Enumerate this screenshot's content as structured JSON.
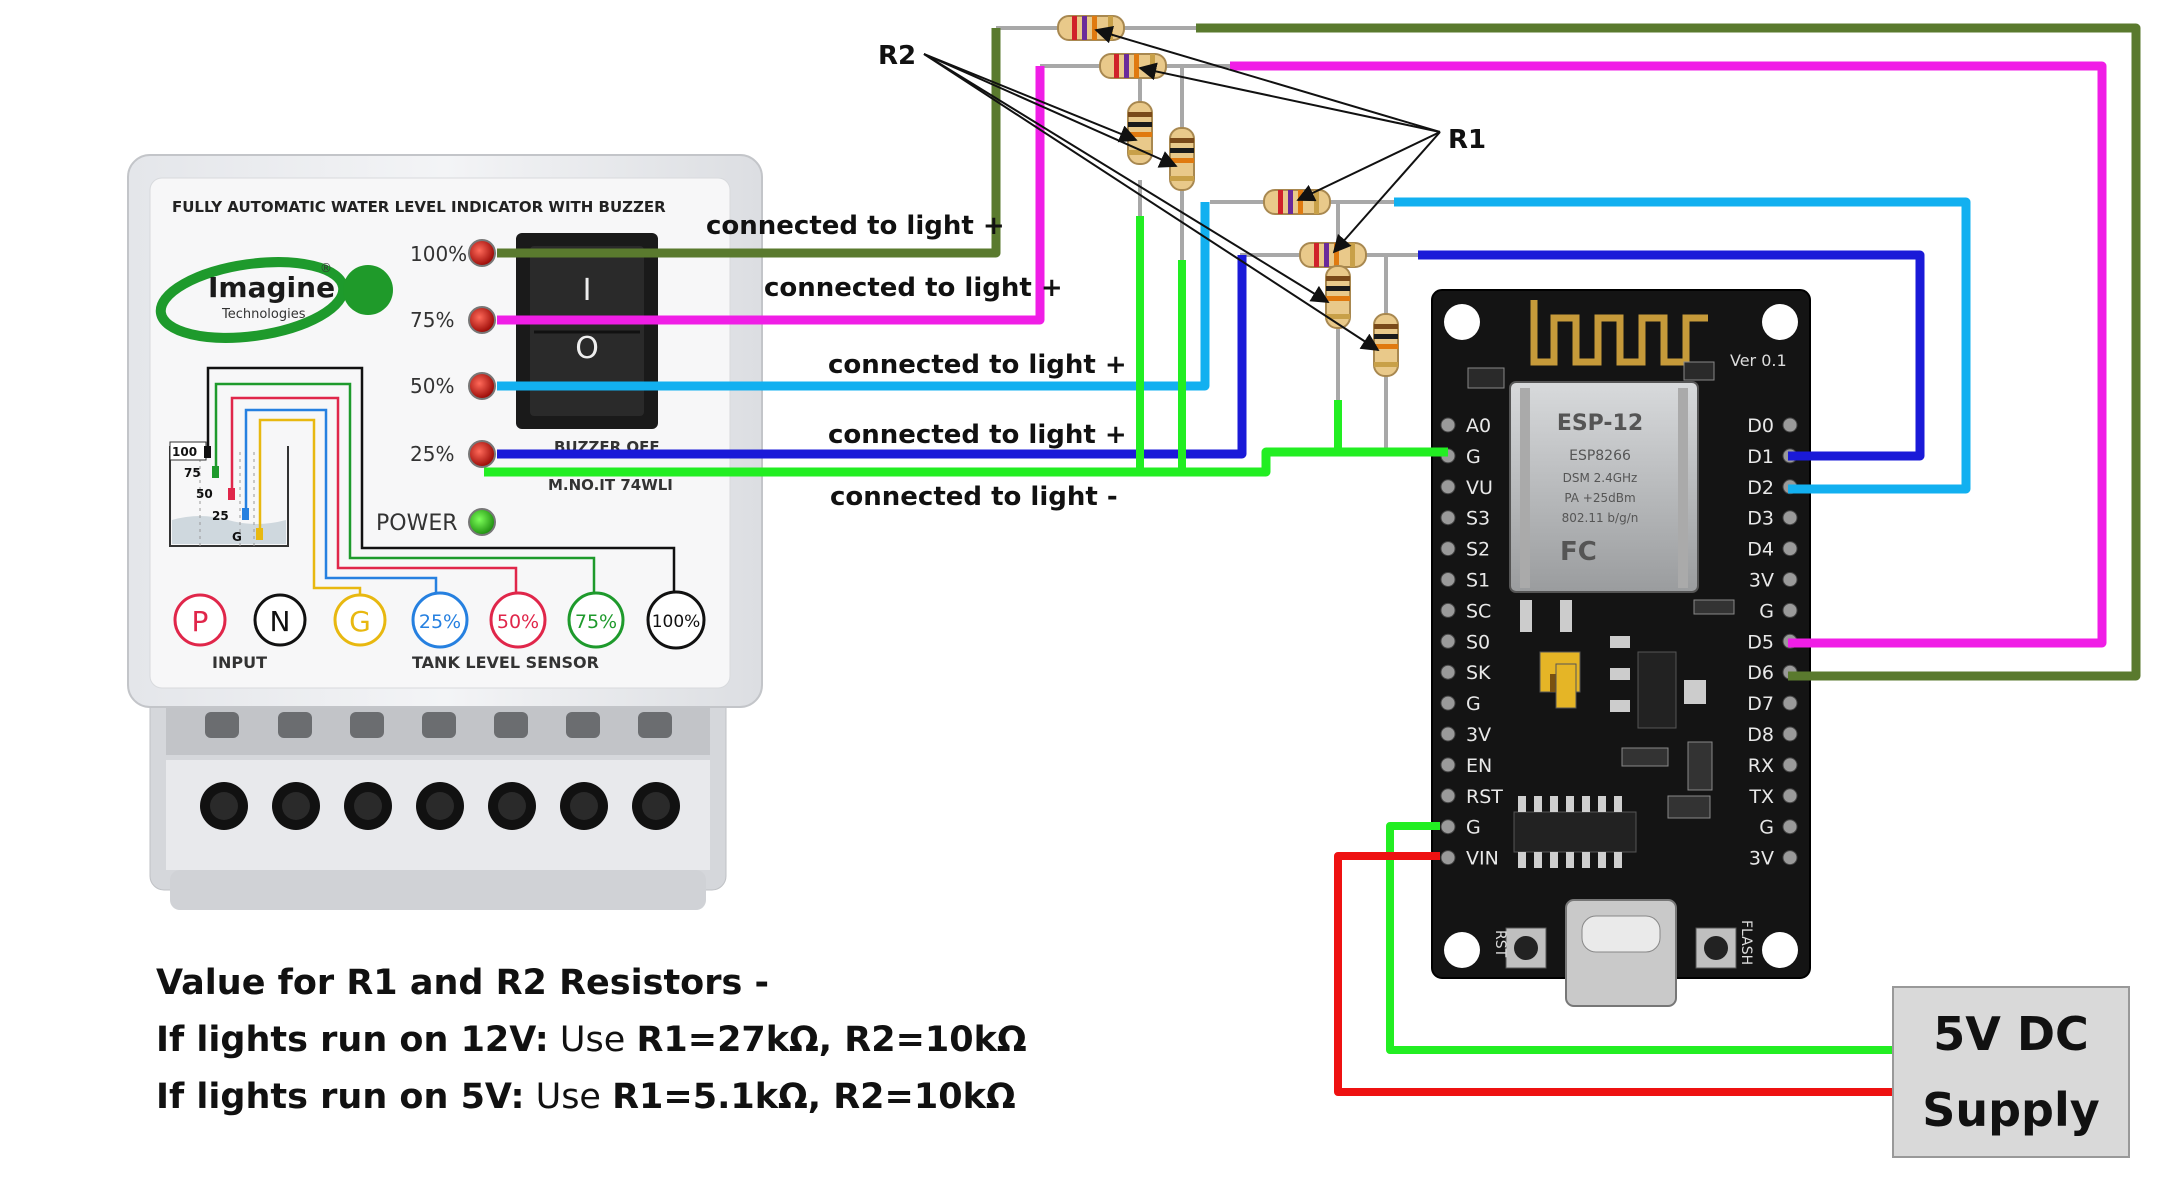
{
  "indicator": {
    "title": "FULLY AUTOMATIC WATER LEVEL INDICATOR WITH BUZZER",
    "brand": "Imagine",
    "brand_sub": "Technologies",
    "brand_mark": "®",
    "levels": [
      "100%",
      "75%",
      "50%",
      "25%"
    ],
    "power_label": "POWER",
    "switch_on": "I",
    "switch_off": "O",
    "buzzer_label": "BUZZER OFF",
    "model": "M.NO.IT 74WLI",
    "tank_marks": [
      "100",
      "75",
      "50",
      "25",
      "G"
    ],
    "terminals": [
      "P",
      "N",
      "G",
      "25%",
      "50%",
      "75%",
      "100%"
    ],
    "input_label": "INPUT",
    "sensor_label": "TANK LEVEL SENSOR"
  },
  "wire_labels": {
    "w100": "connected to light  +",
    "w75": "connected to light  +",
    "w50": "connected to light  +",
    "w25": "connected to light  +",
    "gnd": "connected to light  -"
  },
  "resistor_labels": {
    "r2": "R2",
    "r1": "R1"
  },
  "board": {
    "version": "Ver 0.1",
    "left_pins": [
      "A0",
      "G",
      "VU",
      "S3",
      "S2",
      "S1",
      "SC",
      "S0",
      "SK",
      "G",
      "3V",
      "EN",
      "RST",
      "G",
      "VIN"
    ],
    "right_pins": [
      "D0",
      "D1",
      "D2",
      "D3",
      "D4",
      "3V",
      "G",
      "D5",
      "D6",
      "D7",
      "D8",
      "RX",
      "TX",
      "G",
      "3V"
    ],
    "module_text": [
      "ESP-12",
      "ESP8266",
      "DSM 2.4GHz",
      "PA +25dBm",
      "802.11 b/g/n"
    ],
    "rst_btn": "RST",
    "flash_btn": "FLASH"
  },
  "resistor_values": {
    "heading": "Value for R1 and R2 Resistors -",
    "line12_lead": "If lights run on 12V:",
    "line12_use": " Use ",
    "line12_vals": "R1=27kΩ, R2=10kΩ",
    "line5_lead": "If lights run on 5V:",
    "line5_use": " Use ",
    "line5_vals": "R1=5.1kΩ, R2=10kΩ"
  },
  "supply": {
    "line1": "5V DC",
    "line2": "Supply"
  },
  "colors": {
    "w100": "#5a7a2e",
    "w75": "#f01ee6",
    "w50": "#12b0f0",
    "w25": "#1a1ad8",
    "gnd": "#22ee22",
    "vin": "#ee1111",
    "resistor_body": "#e9c98a",
    "board": "#141414"
  }
}
